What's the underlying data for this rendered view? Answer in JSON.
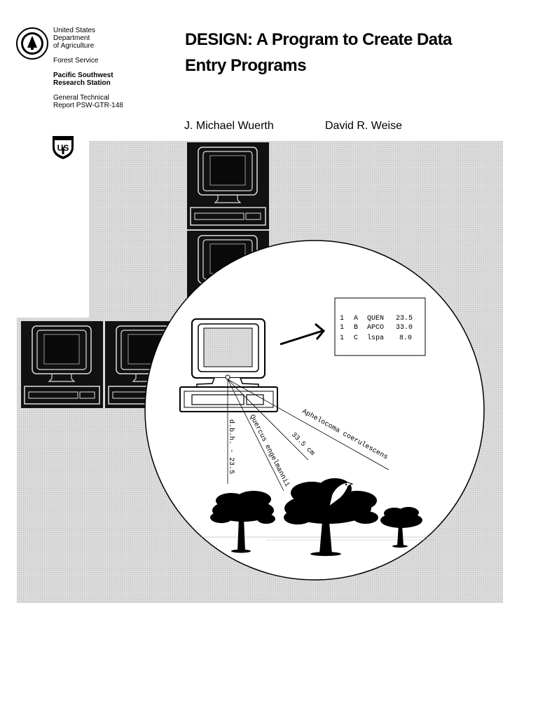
{
  "agency": {
    "line1": "United States",
    "line2": "Department",
    "line3": "of Agriculture",
    "service": "Forest Service",
    "station1": "Pacific Southwest",
    "station2": "Research Station",
    "report1": "General Technical",
    "report2": "Report PSW-GTR-148",
    "shield_text": "US"
  },
  "title": {
    "line1": "DESIGN: A Program to Create Data",
    "line2": "Entry Programs"
  },
  "authors": [
    "J. Michael Wuerth",
    "David R. Weise"
  ],
  "illustration": {
    "screen_rows": [
      [
        "1",
        "A",
        "QUEN",
        "23.5"
      ],
      [
        "1",
        "B",
        "APCO",
        "33.0"
      ],
      [
        "1",
        "C",
        "lspa",
        "8.0"
      ]
    ],
    "labels": {
      "dbh": "d.b.h. - 23.5",
      "species": "Quercus engelmannii",
      "measure": "33.5 cm",
      "bird": "Aphelocoma coerulescens"
    }
  },
  "colors": {
    "gray": "#d6d6d6",
    "dark": "#111111"
  }
}
